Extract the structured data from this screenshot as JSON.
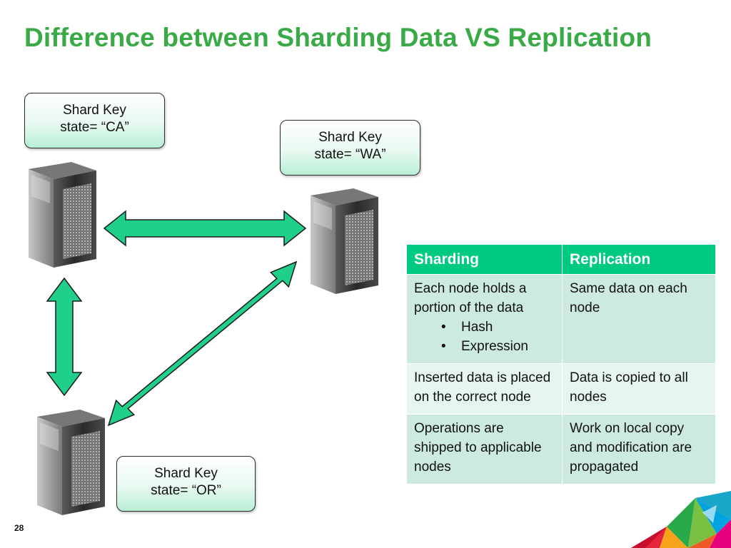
{
  "title": "Difference between Sharding Data VS Replication",
  "shard_keys": [
    {
      "label": "Shard Key",
      "value": "state= “CA”"
    },
    {
      "label": "Shard Key",
      "value": "state= “WA”"
    },
    {
      "label": "Shard Key",
      "value": "state= “OR”"
    }
  ],
  "table": {
    "headers": [
      "Sharding",
      "Replication"
    ],
    "rows": [
      {
        "sharding": "Each node holds a portion of the data",
        "bullets": [
          "Hash",
          "Expression"
        ],
        "replication": "Same data on each node"
      },
      {
        "sharding": "Inserted data is placed on the correct node",
        "replication": "Data is copied to all nodes"
      },
      {
        "sharding": "Operations are shipped to applicable nodes",
        "replication": "Work on local copy and modification are propagated"
      }
    ]
  },
  "page_number": "28",
  "colors": {
    "title": "#3aaa47",
    "arrow": "#1fcf8a",
    "table_header": "#00c982",
    "row_dark": "#cdeadf",
    "row_light": "#e7f5ef"
  },
  "icons": [
    "server-tower-icon",
    "double-arrow-icon",
    "corner-logo-icon"
  ]
}
